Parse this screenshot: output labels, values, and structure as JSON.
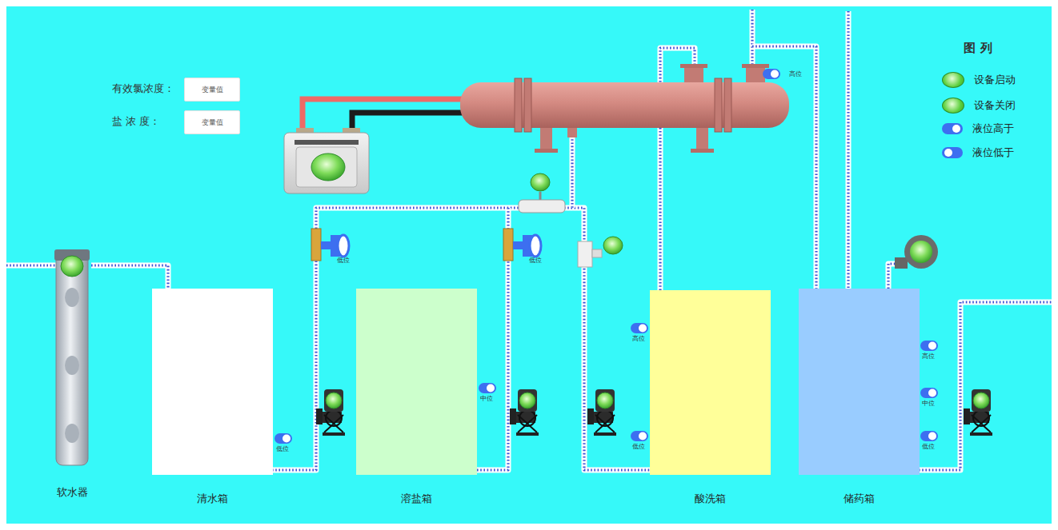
{
  "diagram": {
    "nodes": [
      {
        "text": [
          "变量值"
        ]
      },
      {
        "text": [
          "变量值"
        ]
      },
      {
        "text": [
          "软水器"
        ]
      },
      {
        "text": [
          "清水箱"
        ]
      },
      {
        "text": [
          "溶盐箱"
        ]
      },
      {
        "text": [
          "酸洗箱"
        ]
      },
      {
        "text": [
          "储药箱"
        ]
      }
    ],
    "edges": [
      {
        "from": 2,
        "to": 3,
        "arrow": "none"
      }
    ],
    "labels": [
      "有效氯浓度：",
      "盐 浓 度：",
      "图 列",
      "高位",
      "低位",
      "低位",
      "高位",
      "高位",
      "中位",
      "中位",
      "低位",
      "低位",
      "低位"
    ],
    "legend": [
      {
        "text": "设备启动",
        "color": "#5ccf3c"
      },
      {
        "text": "设备关闭",
        "color": "#5ccf3c"
      },
      {
        "text": "液位高于"
      },
      {
        "text": "液位低于"
      }
    ]
  }
}
